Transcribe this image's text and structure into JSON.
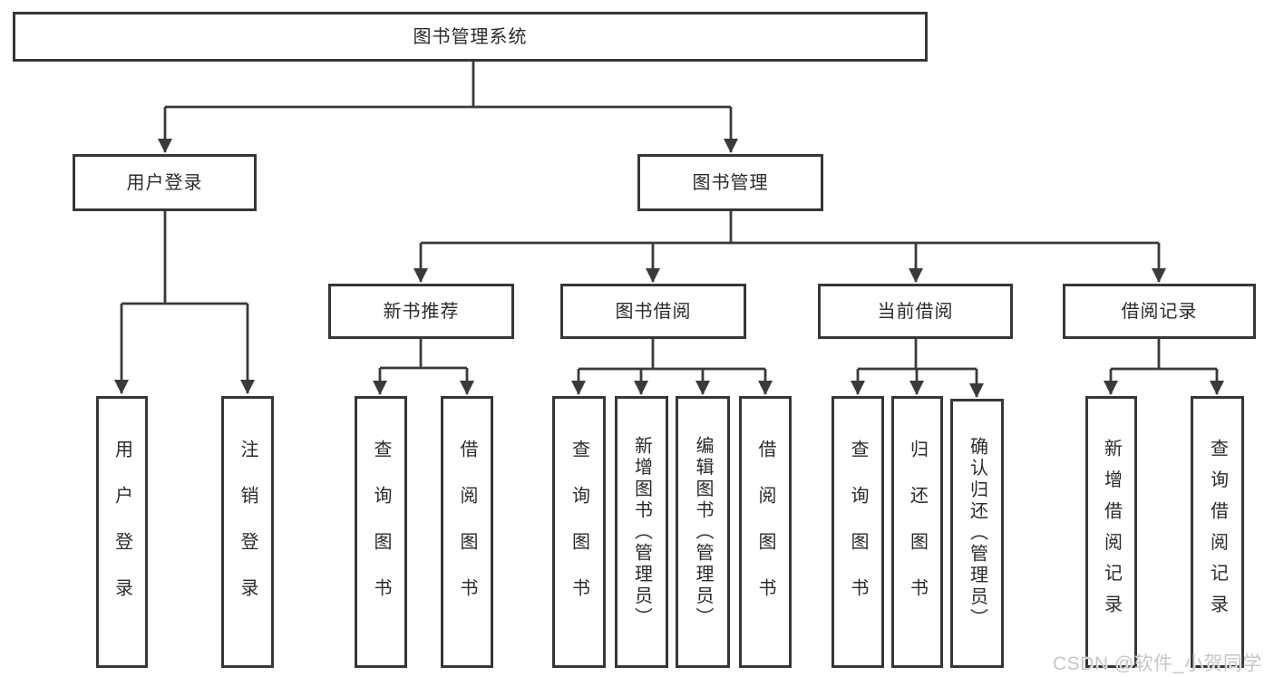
{
  "diagram_type": "hierarchy-tree",
  "colors": {
    "background": "#ffffff",
    "line": "#3a3a3a",
    "box_border": "#373737",
    "box_fill": "#ffffff",
    "text": "#2b2b2b",
    "watermark_text": "#c6c6c6"
  },
  "tree": {
    "root": {
      "label": "图书管理系统"
    },
    "branches": [
      {
        "label": "用户登录",
        "children": [
          {
            "label": "用户登录"
          },
          {
            "label": "注销登录"
          }
        ]
      },
      {
        "label": "图书管理",
        "children": [
          {
            "label": "新书推荐",
            "children": [
              {
                "label": "查询图书"
              },
              {
                "label": "借阅图书"
              }
            ]
          },
          {
            "label": "图书借阅",
            "children": [
              {
                "label": "查询图书"
              },
              {
                "label": "新增图书（管理员）"
              },
              {
                "label": "编辑图书（管理员）"
              },
              {
                "label": "借阅图书"
              }
            ]
          },
          {
            "label": "当前借阅",
            "children": [
              {
                "label": "查询图书"
              },
              {
                "label": "归还图书"
              },
              {
                "label": "确认归还（管理员）"
              }
            ]
          },
          {
            "label": "借阅记录",
            "children": [
              {
                "label": "新增借阅记录"
              },
              {
                "label": "查询借阅记录"
              }
            ]
          }
        ]
      }
    ]
  },
  "watermark": {
    "text": "CSDN @软件_小贺同学"
  }
}
